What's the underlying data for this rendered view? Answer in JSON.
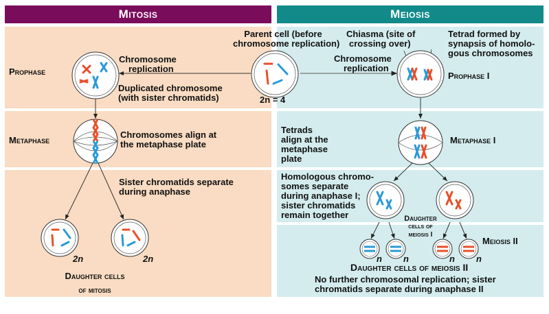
{
  "headers": {
    "mitosis": "Mitosis",
    "meiosis": "Meiosis"
  },
  "colors": {
    "mitosis_header": "#7a0c5c",
    "meiosis_header": "#128a8a",
    "mitosis_bg": "#f9dcc3",
    "meiosis_bg": "#d4ecee",
    "chromosome_red": "#e8502a",
    "chromosome_blue": "#2a9ad8"
  },
  "parent_cell": {
    "label_line1": "Parent cell (before",
    "label_line2": "chromosome replication)",
    "ploidy": "2n = 4"
  },
  "mitosis": {
    "prophase": {
      "phase": "Prophase",
      "replication_line1": "Chromosome",
      "replication_line2": "replication",
      "dup_line1": "Duplicated chromosome",
      "dup_line2": "(with sister chromatids)"
    },
    "metaphase": {
      "phase": "Metaphase",
      "note_line1": "Chromosomes align at",
      "note_line2": "the metaphase plate"
    },
    "anaphase": {
      "note_line1": "Sister chromatids separate",
      "note_line2": "during anaphase"
    },
    "daughters": {
      "ploidy_left": "2n",
      "ploidy_right": "2n",
      "label_line1": "Daughter cells",
      "label_line2": "of mitosis"
    }
  },
  "meiosis": {
    "prophase": {
      "phase": "Prophase I",
      "replication_line1": "Chromosome",
      "replication_line2": "replication",
      "chiasma_line1": "Chiasma (site of",
      "chiasma_line2": "crossing over)",
      "tetrad_line1": "Tetrad formed by",
      "tetrad_line2": "synapsis of homolo-",
      "tetrad_line3": "gous chromosomes"
    },
    "metaphase": {
      "phase": "Metaphase I",
      "note": [
        "Tetrads",
        "align at the",
        "metaphase",
        "plate"
      ]
    },
    "anaphase": {
      "note": [
        "Homologous chromo-",
        "somes separate",
        "during anaphase I;",
        "sister chromatids",
        "remain together"
      ],
      "daughters_label": [
        "Daughter",
        "cells of",
        "meiosis I"
      ]
    },
    "meiosis2": {
      "label": "Meiosis II",
      "ploidy": [
        "n",
        "n",
        "n",
        "n"
      ],
      "daughters_label": "Daughter cells of meiosis II",
      "note_line1": "No further chromosomal replication; sister",
      "note_line2": "chromatids separate during anaphase II"
    }
  }
}
